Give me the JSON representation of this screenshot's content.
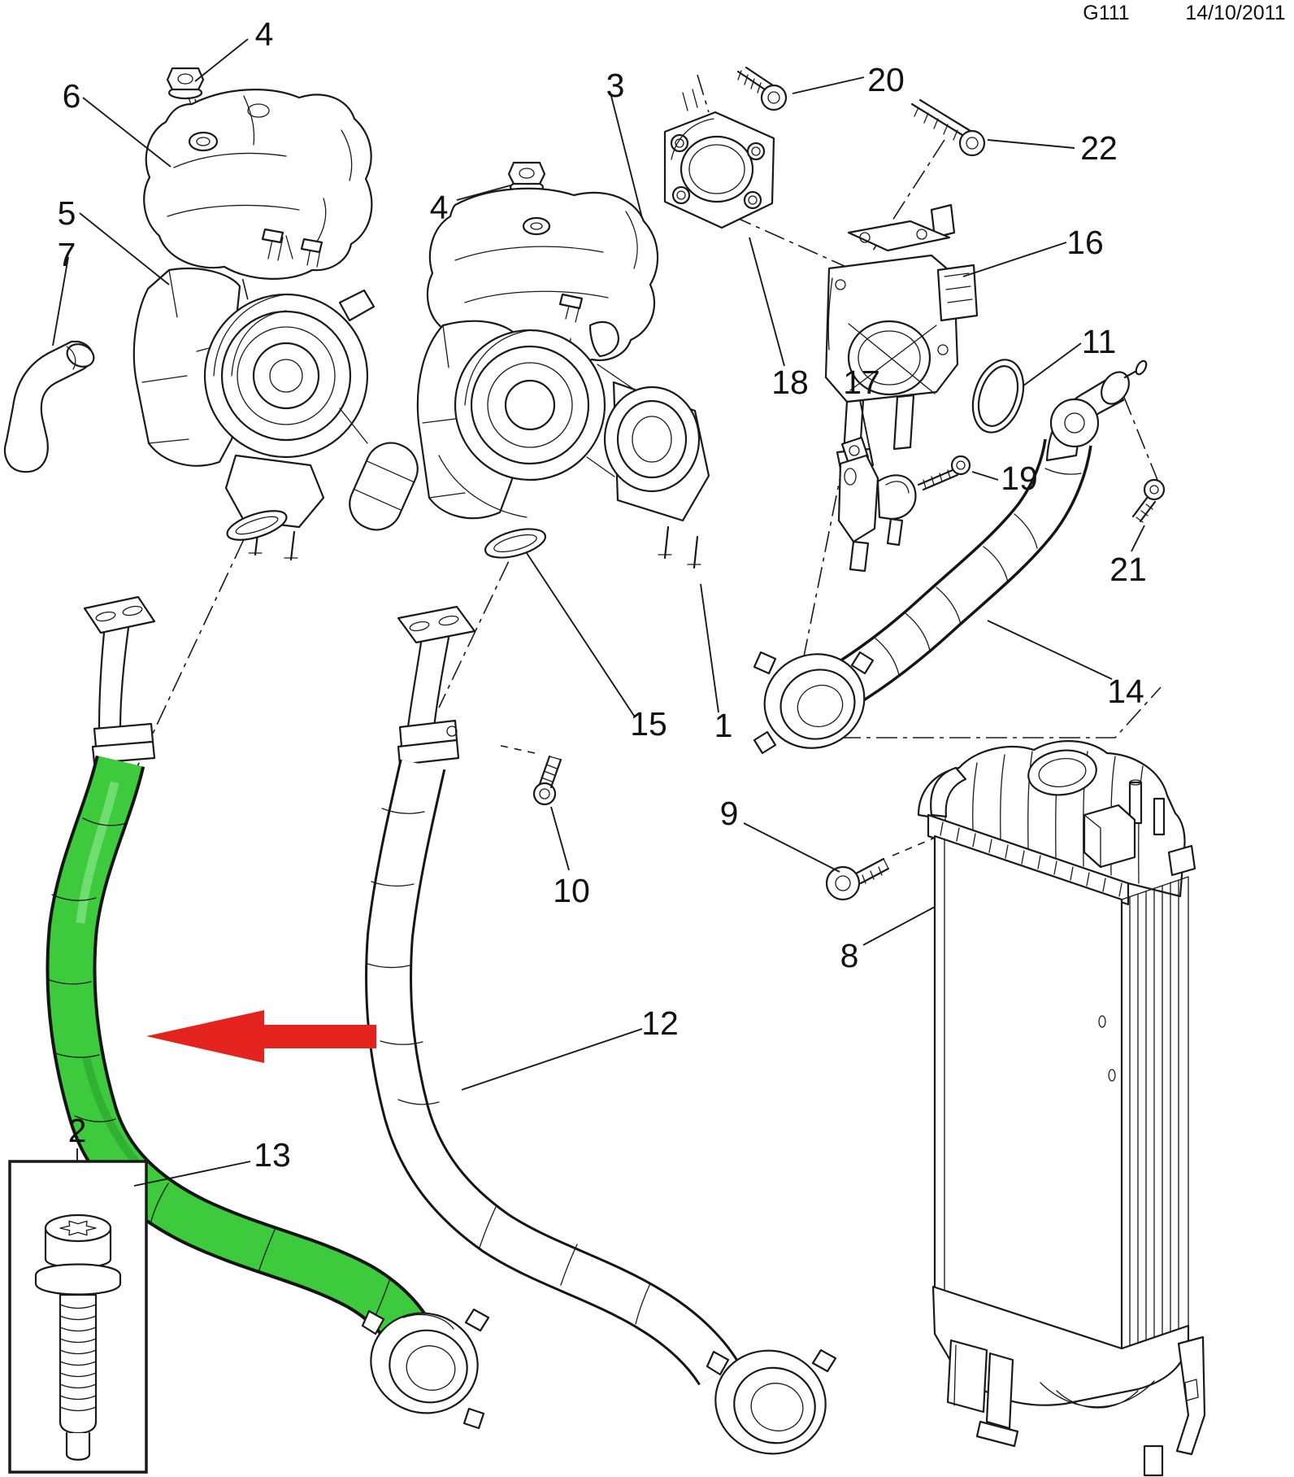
{
  "header": {
    "code": "G111",
    "date": "14/10/2011"
  },
  "colors": {
    "highlight_hose": "#3DCB3D",
    "hose_shade": "#2CA52C",
    "hose_highlight": "#79E079",
    "pointer_arrow": "#E5231E",
    "line_art": "#1A1A1A",
    "background": "#FFFFFF"
  },
  "callouts": {
    "c1": "1",
    "c2": "2",
    "c3": "3",
    "c4_left": "4",
    "c4_mid": "4",
    "c5": "5",
    "c6": "6",
    "c7": "7",
    "c8": "8",
    "c9": "9",
    "c10": "10",
    "c11": "11",
    "c12": "12",
    "c13": "13",
    "c14": "14",
    "c15": "15",
    "c16": "16",
    "c17": "17",
    "c18": "18",
    "c19": "19",
    "c20": "20",
    "c21": "21",
    "c22": "22"
  }
}
